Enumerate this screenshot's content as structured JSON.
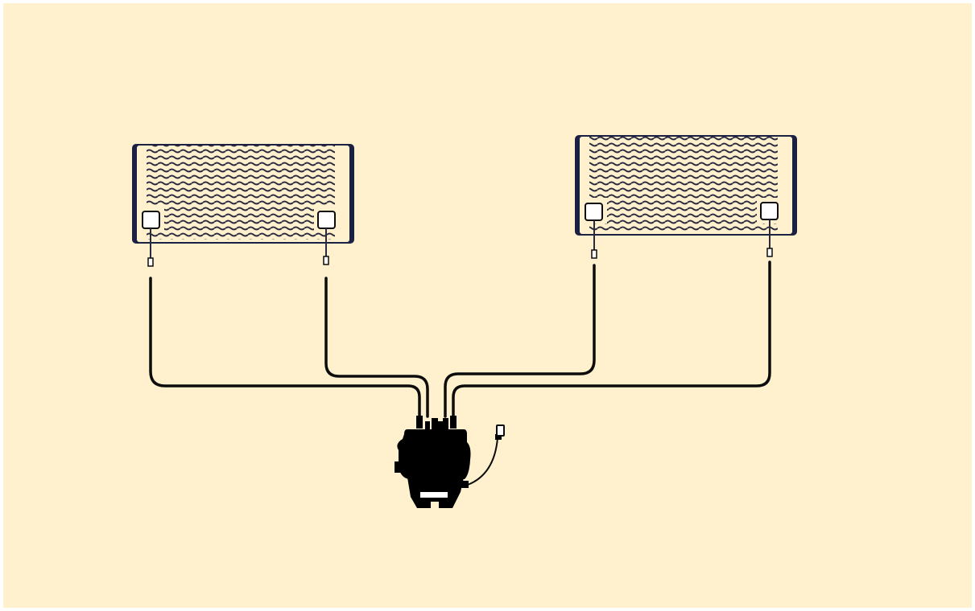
{
  "colors": {
    "frame": "#ffffff",
    "background": "#fff1cd",
    "panel_fill": "#fff1cd",
    "panel_edge": "#1c2143",
    "wave": "#2a2c3e",
    "cable": "#0c0c0c",
    "inverter": "#000000"
  },
  "diagram": {
    "panels": [
      {
        "id": "panel-left",
        "connectors": [
          "left",
          "right"
        ]
      },
      {
        "id": "panel-right",
        "connectors": [
          "left",
          "right"
        ]
      }
    ],
    "inverter": {
      "id": "microinverter",
      "inputs": 4,
      "output_cable": true
    }
  }
}
